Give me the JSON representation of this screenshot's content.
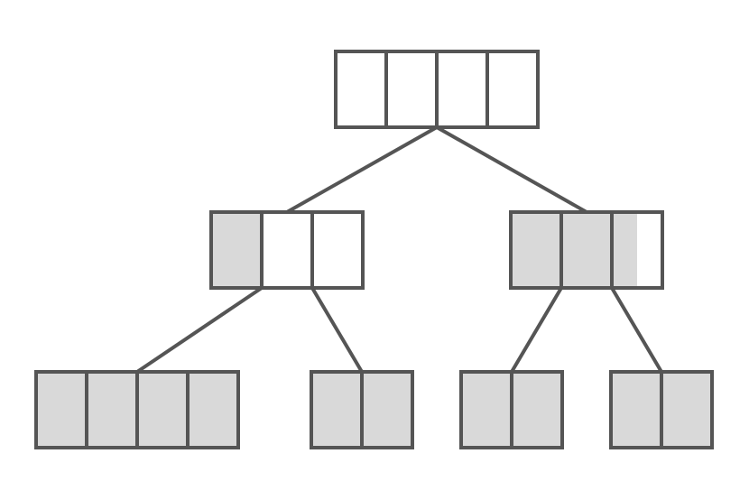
{
  "diagram": {
    "type": "tree",
    "colors": {
      "background": "#ffffff",
      "stroke": "#555555",
      "filled": "#d9d9d9",
      "empty": "#ffffff"
    },
    "nodes": [
      {
        "id": "root",
        "fill": [
          0,
          0,
          0,
          0
        ]
      },
      {
        "id": "mid-left",
        "fill": [
          1,
          0,
          0
        ]
      },
      {
        "id": "mid-right",
        "fill": [
          1,
          1,
          0.5
        ]
      },
      {
        "id": "leaf-1",
        "fill": [
          1,
          1,
          1,
          1
        ]
      },
      {
        "id": "leaf-2",
        "fill": [
          1,
          1
        ]
      },
      {
        "id": "leaf-3",
        "fill": [
          1,
          1
        ]
      },
      {
        "id": "leaf-4",
        "fill": [
          1,
          1
        ]
      }
    ],
    "edges": [
      {
        "from": "root",
        "to": "mid-left"
      },
      {
        "from": "root",
        "to": "mid-right"
      },
      {
        "from": "mid-left",
        "to": "leaf-1"
      },
      {
        "from": "mid-left",
        "to": "leaf-2"
      },
      {
        "from": "mid-right",
        "to": "leaf-3"
      },
      {
        "from": "mid-right",
        "to": "leaf-4"
      }
    ]
  }
}
